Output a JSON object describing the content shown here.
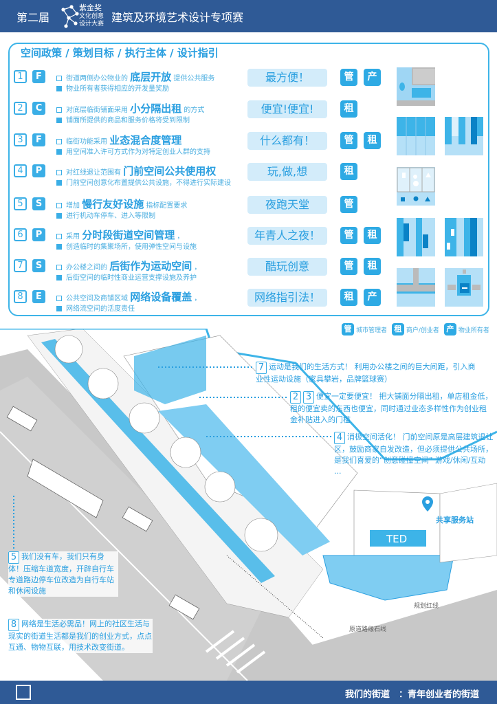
{
  "header": {
    "edition": "第二届",
    "award_name": "紫金奖",
    "award_sub1": "文化创意",
    "award_sub2": "设计大赛",
    "title": "建筑及环境艺术设计专项赛"
  },
  "panel": {
    "title": "空间政策 / 策划目标 / 执行主体 / 设计指引",
    "rows": [
      {
        "num": "1",
        "letter": "F",
        "pre": "街道两侧办公物业的",
        "key": "底层开放",
        "post": "提供公共服务",
        "sub": "物业所有者获得相应的开发量奖励",
        "slogan": "最方便！",
        "badges": [
          "管",
          "产"
        ]
      },
      {
        "num": "2",
        "letter": "C",
        "pre": "对底层临街铺面采用",
        "key": "小分隔出租",
        "post": "的方式",
        "sub": "铺面所提供的商品和服务价格将受到限制",
        "slogan": "便宜!便宜!",
        "badges": [
          "租"
        ]
      },
      {
        "num": "3",
        "letter": "F",
        "pre": "临街功能采用",
        "key": "业态混合度管理",
        "post": "",
        "sub": "用空间准入许可方式作为对特定创业人群的支持",
        "slogan": "什么都有！",
        "badges": [
          "管",
          "租"
        ]
      },
      {
        "num": "4",
        "letter": "P",
        "pre": "对红线退让范围有",
        "key": "门前空间公共使用权",
        "post": "",
        "sub": "门前空间创意化布置提供公共设施，不得进行实际建设",
        "slogan": "玩,做,想",
        "badges": [
          "租"
        ]
      },
      {
        "num": "5",
        "letter": "S",
        "pre": "增加",
        "key": "慢行友好设施",
        "post": "指标配置要求",
        "sub": "进行机动车停车、进入等限制",
        "slogan": "夜跑天堂",
        "badges": [
          "管"
        ]
      },
      {
        "num": "6",
        "letter": "P",
        "pre": "采用",
        "key": "分时段街道空间管理",
        "post": "，",
        "sub": "创造临时的集聚场所，使用弹性空间与设施",
        "slogan": "年青人之夜！",
        "badges": [
          "管",
          "租"
        ]
      },
      {
        "num": "7",
        "letter": "S",
        "pre": "办公楼之间的",
        "key": "后街作为运动空间",
        "post": "，",
        "sub": "后街空间的临时性商业运营支撑设施及养护",
        "slogan": "酷玩创意",
        "badges": [
          "管",
          "租"
        ]
      },
      {
        "num": "8",
        "letter": "E",
        "pre": "公共空间及商铺区域",
        "key": "网络设备覆盖",
        "post": "，",
        "sub": "网络流空间的活度责任",
        "slogan": "网络指引法！",
        "badges": [
          "租",
          "产"
        ]
      }
    ]
  },
  "legend": [
    {
      "badge": "管",
      "label": "城市管理者"
    },
    {
      "badge": "租",
      "label": "商户/创业者"
    },
    {
      "badge": "产",
      "label": "物业所有者"
    }
  ],
  "callouts": {
    "c7": {
      "nums": [
        "7"
      ],
      "text": "运动是我们的生活方式！ 利用办公楼之间的巨大间距，引入商业性运动设施（家具攀岩，品牌篮球赛）"
    },
    "c23": {
      "nums": [
        "2",
        "3"
      ],
      "text": "便宜一定要便宜！ 把大铺面分隔出租，单店租金低，租的便宜卖的东西也便宜，同时通过业态多样性作为创业租金补贴进入的门槛"
    },
    "c4": {
      "nums": [
        "4"
      ],
      "text": "消极空间活化！ 门前空间原是高层建筑退让区，鼓励商家自发改造，但必须提供公共场所，是我们喜爱的“创意碰撞空间” 游戏/休闲/互动 ..."
    },
    "c5": {
      "nums": [
        "5"
      ],
      "text": "我们没有车，我们只有身体！压缩车道宽度，开辟自行车专道路边停车位改造为自行车站和休闲设施"
    },
    "c8": {
      "nums": [
        "8"
      ],
      "text": "网络是生活必需品！网上的社区生活与现实的街道生活都是我们的创业方式，点点互通、物物互联，用技术改变街道。"
    }
  },
  "map_labels": {
    "station": "共享服务站",
    "ted": "TED",
    "redline": "规划红线",
    "curb": "原道路缘石线"
  },
  "footer": {
    "slogan": "我们的街道　：青年创业者的街道"
  },
  "colors": {
    "brand": "#2f5a96",
    "accent": "#3aaee6",
    "light": "#d3ecfa"
  }
}
